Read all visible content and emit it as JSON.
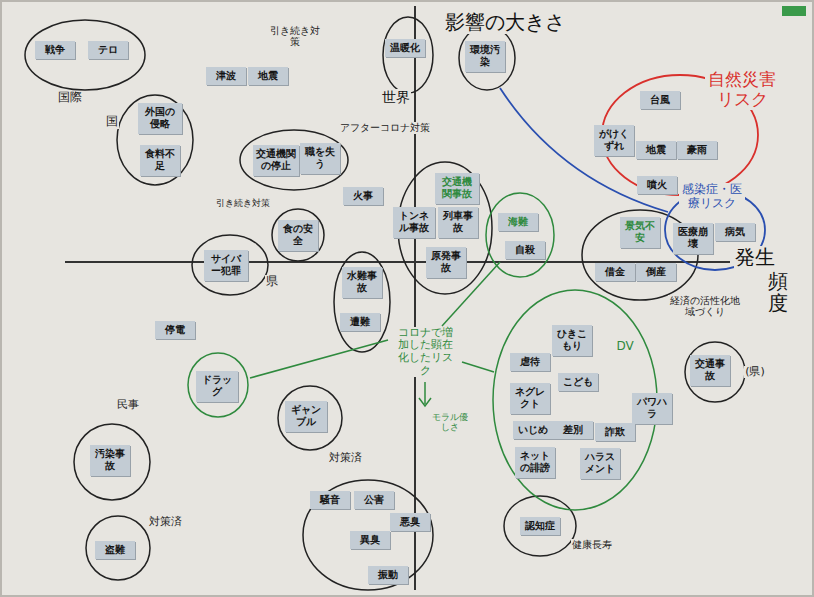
{
  "diagram": {
    "nodes": [
      {
        "text": [
          "戦争"
        ]
      },
      {
        "text": [
          "テロ"
        ]
      },
      {
        "text": [
          "津波"
        ]
      },
      {
        "text": [
          "地震"
        ]
      },
      {
        "text": [
          "温暖化"
        ]
      },
      {
        "text": [
          "環境汚染"
        ]
      },
      {
        "text": [
          "台風"
        ]
      },
      {
        "text": [
          "外国の侵略"
        ]
      },
      {
        "text": [
          "がけくずれ"
        ]
      },
      {
        "text": [
          "地震"
        ]
      },
      {
        "text": [
          "豪雨"
        ]
      },
      {
        "text": [
          "食料不足"
        ]
      },
      {
        "text": [
          "交通機関の停止"
        ]
      },
      {
        "text": [
          "職を失う"
        ]
      },
      {
        "text": [
          "噴火"
        ]
      },
      {
        "text": [
          "火事"
        ]
      },
      {
        "text": [
          "交通機関事故"
        ]
      },
      {
        "text": [
          "トンネル事故"
        ]
      },
      {
        "text": [
          "列車事故"
        ]
      },
      {
        "text": [
          "海難"
        ]
      },
      {
        "text": [
          "食の安全"
        ]
      },
      {
        "text": [
          "景気不安"
        ]
      },
      {
        "text": [
          "医療崩壊"
        ]
      },
      {
        "text": [
          "病気"
        ]
      },
      {
        "text": [
          "自殺"
        ]
      },
      {
        "text": [
          "原発事故"
        ]
      },
      {
        "text": [
          "サイバー犯罪"
        ]
      },
      {
        "text": [
          "借金"
        ]
      },
      {
        "text": [
          "倒産"
        ]
      },
      {
        "text": [
          "水難事故"
        ]
      },
      {
        "text": [
          "遭難"
        ]
      },
      {
        "text": [
          "停電"
        ]
      },
      {
        "text": [
          "ひきこもり"
        ]
      },
      {
        "text": [
          "虐待"
        ]
      },
      {
        "text": [
          "交通事故"
        ]
      },
      {
        "text": [
          "こども"
        ]
      },
      {
        "text": [
          "ドラッグ"
        ]
      },
      {
        "text": [
          "ネグレクト"
        ]
      },
      {
        "text": [
          "パワハラ"
        ]
      },
      {
        "text": [
          "ギャンブル"
        ]
      },
      {
        "text": [
          "いじめ"
        ]
      },
      {
        "text": [
          "差別"
        ]
      },
      {
        "text": [
          "詐欺"
        ]
      },
      {
        "text": [
          "汚染事故"
        ]
      },
      {
        "text": [
          "ネットの誹謗"
        ]
      },
      {
        "text": [
          "ハラスメント"
        ]
      },
      {
        "text": [
          "騒音"
        ]
      },
      {
        "text": [
          "公害"
        ]
      },
      {
        "text": [
          "悪臭"
        ]
      },
      {
        "text": [
          "認知症"
        ]
      },
      {
        "text": [
          "異臭"
        ]
      },
      {
        "text": [
          "盗難"
        ]
      },
      {
        "text": [
          "振動"
        ]
      }
    ],
    "labels": [
      "影響の大きさ",
      "国際",
      "引き続き対策",
      "国",
      "世界",
      "自然災害リスク",
      "アフターコロナ対策",
      "感染症・医療リスク",
      "引き続き対策",
      "発生",
      "頻度",
      "県",
      "経済の活性化地域づくり",
      "コロナで増加した顕在化したリスク",
      "DV",
      "モラル優しさ",
      "(県)",
      "民事",
      "対策済",
      "対策済",
      "健康長寿"
    ]
  }
}
